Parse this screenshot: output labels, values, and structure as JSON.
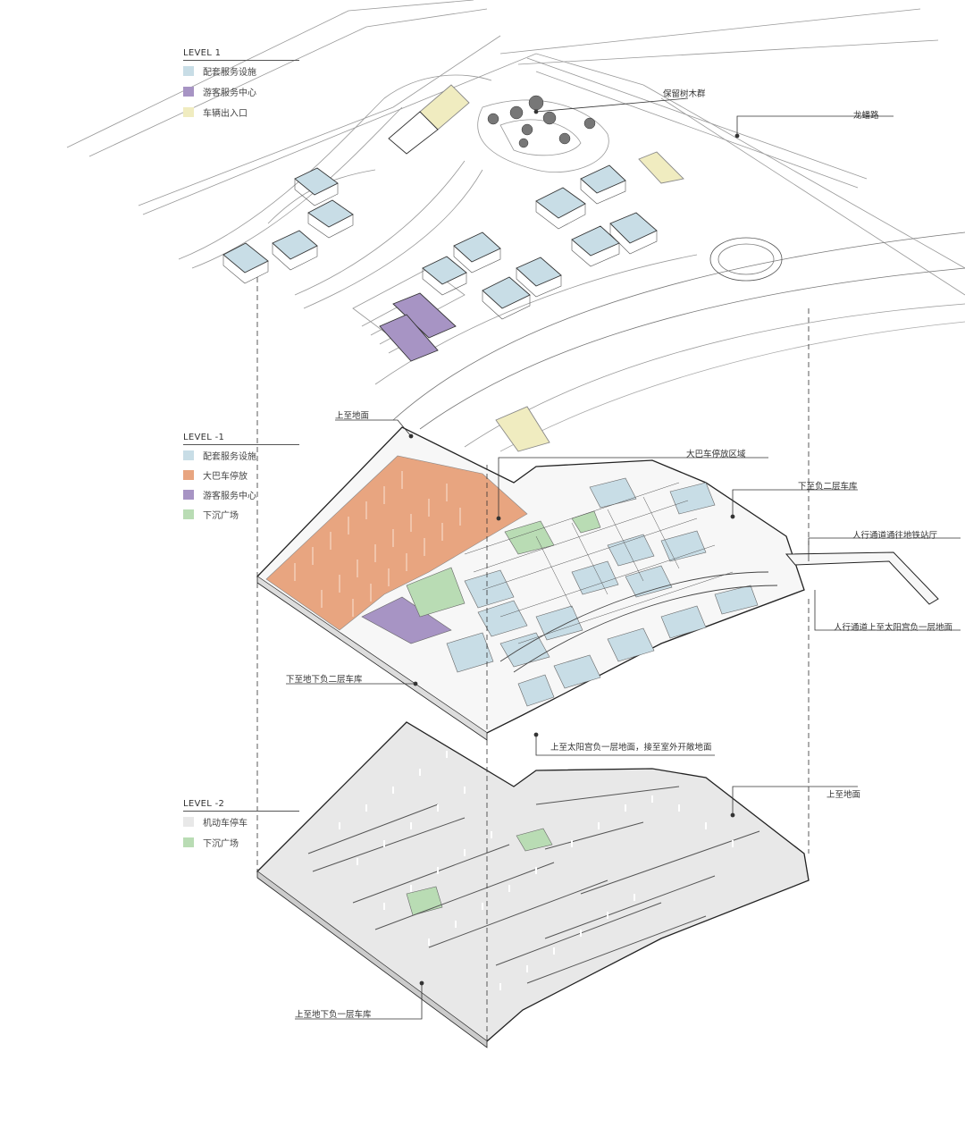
{
  "legends": {
    "level1": {
      "title": "LEVEL 1",
      "items": [
        {
          "label": "配套服务设施",
          "color": "#c8dde6"
        },
        {
          "label": "游客服务中心",
          "color": "#a794c4"
        },
        {
          "label": "车辆出入口",
          "color": "#f0ecc0"
        }
      ]
    },
    "level_minus1": {
      "title": "LEVEL -1",
      "items": [
        {
          "label": "配套服务设施",
          "color": "#c8dde6"
        },
        {
          "label": "大巴车停放",
          "color": "#e8a580"
        },
        {
          "label": "游客服务中心",
          "color": "#a794c4"
        },
        {
          "label": "下沉广场",
          "color": "#b9dcb4"
        }
      ]
    },
    "level_minus2": {
      "title": "LEVEL -2",
      "items": [
        {
          "label": "机动车停车",
          "color": "#e8e8e8"
        },
        {
          "label": "下沉广场",
          "color": "#b9dcb4"
        }
      ]
    }
  },
  "callouts": {
    "tree_group": "保留树木群",
    "longxi_road": "龙蟠路",
    "up_to_ground_1": "上至地面",
    "bus_area": "大巴车停放区域",
    "down_b2_garage_right": "下至负二层车库",
    "pedestrian_metro": "人行通道通往地铁站厅",
    "pedestrian_sunpalace": "人行通道上至太阳宫负一层地面",
    "down_b2_garage_left": "下至地下负二层车库",
    "up_sunpalace_outdoor": "上至太阳宫负一层地面，接至室外开敞地面",
    "up_to_ground_2": "上至地面",
    "up_b1_garage": "上至地下负一层车库"
  },
  "colors": {
    "service": "#c8dde6",
    "visitor_center": "#a794c4",
    "vehicle_entrance": "#f0ecc0",
    "bus_parking": "#e8a580",
    "sunken_plaza": "#b9dcb4",
    "car_parking": "#e8e8e8",
    "line": "#333333"
  }
}
